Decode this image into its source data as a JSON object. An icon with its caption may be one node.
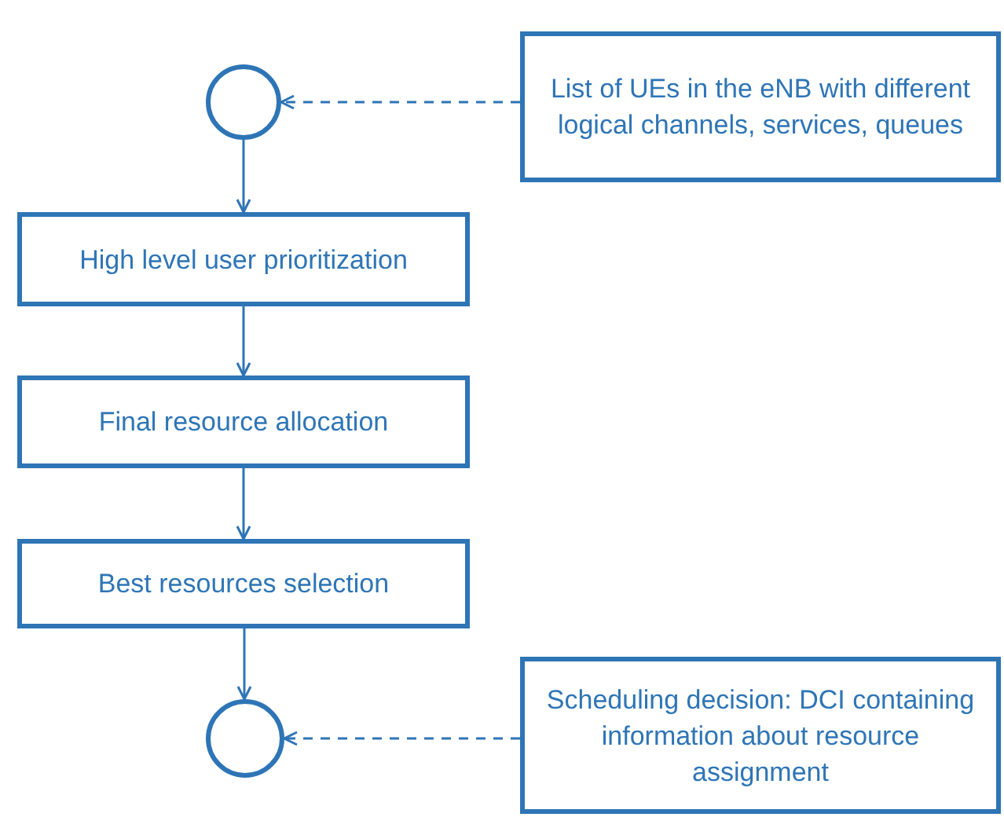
{
  "diagram": {
    "nodes": [
      {
        "text": [],
        "shape": "circle"
      },
      {
        "text": [
          "List of UEs in the eNB with different logical channels, services, queues"
        ]
      },
      {
        "text": [
          "High level user prioritization"
        ]
      },
      {
        "text": [
          "Final resource allocation"
        ]
      },
      {
        "text": [
          "Best resources selection"
        ]
      },
      {
        "text": [],
        "shape": "circle"
      },
      {
        "text": [
          "Scheduling decision: DCI containing information about resource assignment"
        ]
      }
    ],
    "edges": [
      {
        "from": 1,
        "to": 0,
        "arrow": "to",
        "style": "dashed"
      },
      {
        "from": 0,
        "to": 2,
        "arrow": "to"
      },
      {
        "from": 2,
        "to": 3,
        "arrow": "to"
      },
      {
        "from": 3,
        "to": 4,
        "arrow": "to"
      },
      {
        "from": 4,
        "to": 5,
        "arrow": "to"
      },
      {
        "from": 6,
        "to": 5,
        "arrow": "to",
        "style": "dashed"
      }
    ]
  }
}
